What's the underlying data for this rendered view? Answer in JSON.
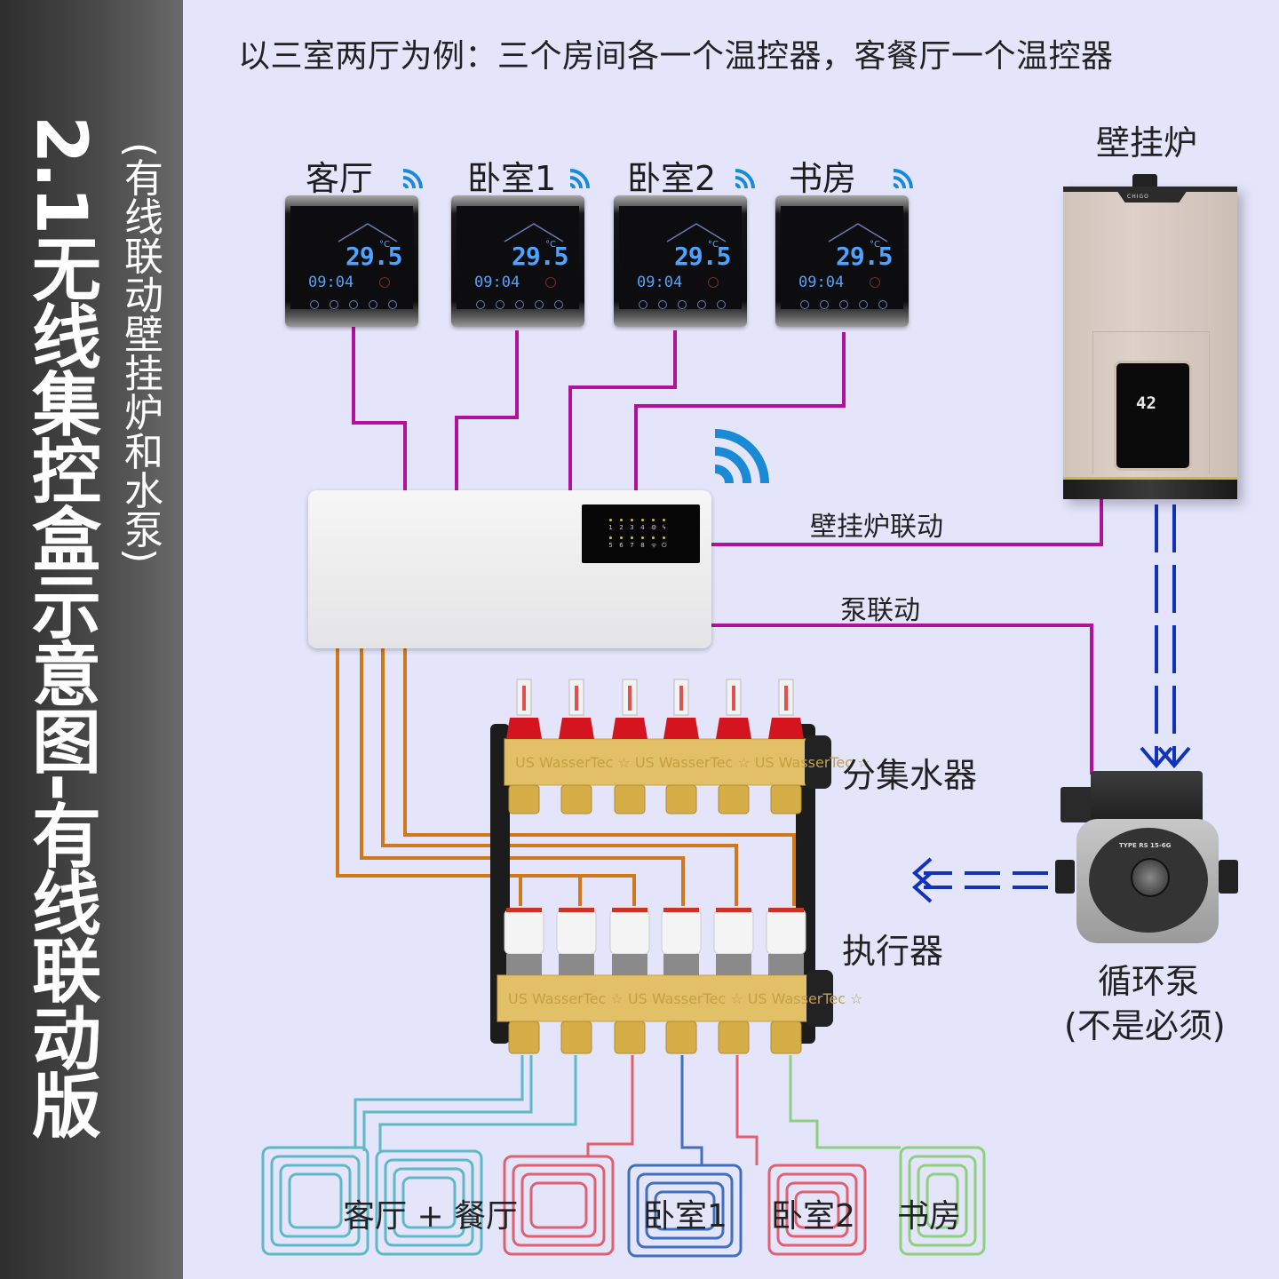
{
  "sidebar": {
    "title": "2.1无线集控盒示意图-有线联动版",
    "subtitle": "(有线联动壁挂炉和水泵)"
  },
  "headline": "以三室两厅为例：三个房间各一个温控器，客餐厅一个温控器",
  "thermostats": [
    {
      "room": "客厅",
      "temperature": "29.5",
      "unit": "°C",
      "time": "09:04"
    },
    {
      "room": "卧室1",
      "temperature": "29.5",
      "unit": "°C",
      "time": "09:04"
    },
    {
      "room": "卧室2",
      "temperature": "29.5",
      "unit": "°C",
      "time": "09:04"
    },
    {
      "room": "书房",
      "temperature": "29.5",
      "unit": "°C",
      "time": "09:04"
    }
  ],
  "controller": {
    "name": "wireless-control-box",
    "indicator_row1": [
      "1",
      "2",
      "3",
      "4",
      "⚙",
      "ϟ"
    ],
    "indicator_row2": [
      "5",
      "6",
      "7",
      "8",
      "ᯤ",
      "⏻"
    ]
  },
  "boiler": {
    "label": "壁挂炉",
    "display_value": "42",
    "brand": "CHIGO"
  },
  "links": {
    "boiler_link": "壁挂炉联动",
    "pump_link": "泵联动"
  },
  "manifold": {
    "label": "分集水器",
    "actuator_label": "执行器",
    "branches": 6,
    "engraving": "US WasserTec"
  },
  "pump": {
    "label": "循环泵",
    "note": "(不是必须)",
    "model": "TYPE RS 15-6G"
  },
  "loops": [
    {
      "label": "客厅 + 餐厅",
      "color": "#5fb8c8"
    },
    {
      "label": "卧室1",
      "color": "#3f6fc0"
    },
    {
      "label": "卧室2",
      "color": "#e06070"
    },
    {
      "label": "书房",
      "color": "#8fcf80"
    }
  ],
  "colors": {
    "signal_wire": "#b4109e",
    "actuator_wire": "#d2771a",
    "water_flow": "#1133bb",
    "wifi": "#1a8ad6",
    "background": "#e4e5fb"
  }
}
